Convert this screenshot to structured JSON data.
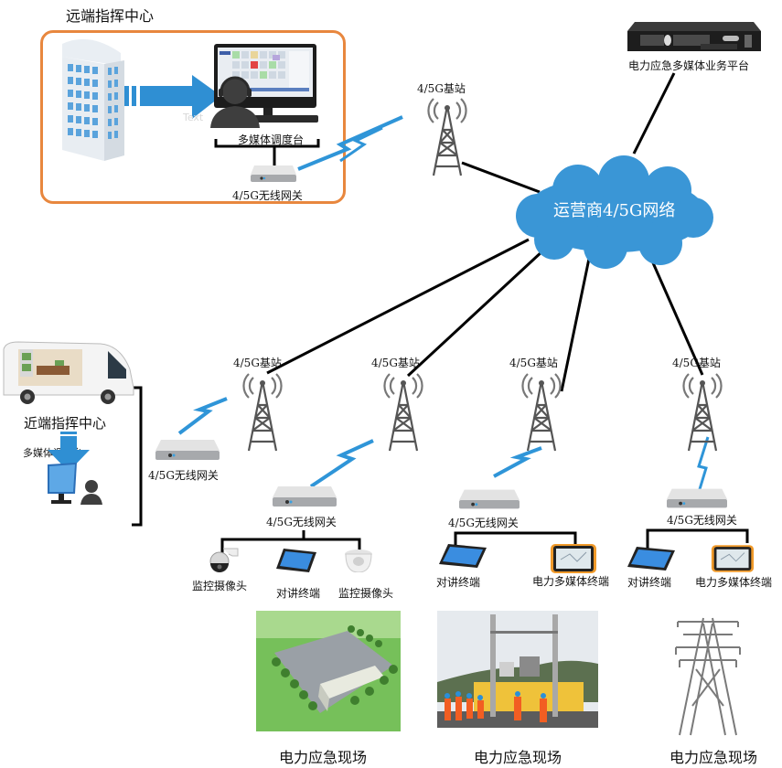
{
  "diagram": {
    "remote_center": {
      "title": "远端指挥中心",
      "console_label": "多媒体调度台",
      "gateway_label": "4/5G无线网关",
      "watermark": "Text"
    },
    "platform": {
      "label": "电力应急多媒体业务平台"
    },
    "carrier_network": {
      "label": "运营商4/5G网络",
      "color": "#3a96d6"
    },
    "top_base_station": {
      "label": "4/5G基站"
    },
    "near_center": {
      "title": "近端指挥中心",
      "console_label_partial": "多媒体调度台",
      "gateway_label": "4/5G无线网关"
    },
    "base_stations": [
      {
        "label": "4/5G基站"
      },
      {
        "label": "4/5G基站"
      },
      {
        "label": "4/5G基站"
      },
      {
        "label": "4/5G基站"
      }
    ],
    "site_gateways": [
      {
        "label": "4/5G无线网关",
        "devices": [
          {
            "label": "监控摄像头",
            "icon": "ptz-camera-icon"
          },
          {
            "label": "对讲终端",
            "icon": "smartphone-icon"
          },
          {
            "label": "监控摄像头",
            "icon": "dome-camera-icon"
          }
        ]
      },
      {
        "label": "4/5G无线网关",
        "devices": [
          {
            "label": "对讲终端",
            "icon": "smartphone-icon"
          },
          {
            "label": "电力多媒体终端",
            "icon": "rugged-tablet-icon"
          }
        ]
      },
      {
        "label": "4/5G无线网关",
        "devices": [
          {
            "label": "对讲终端",
            "icon": "smartphone-icon"
          },
          {
            "label": "电力多媒体终端",
            "icon": "rugged-tablet-icon"
          }
        ]
      }
    ],
    "scenes": [
      {
        "label": "电力应急现场",
        "image": "substation-aerial-photo"
      },
      {
        "label": "电力应急现场",
        "image": "field-repair-crew-photo"
      },
      {
        "label": "电力应急现场",
        "image": "transmission-tower-photo"
      }
    ],
    "colors": {
      "accent_blue": "#2f8fd3",
      "remote_box_border": "#e8873e",
      "wired_link": "#000000",
      "wireless_link": "#2f95d8"
    }
  }
}
